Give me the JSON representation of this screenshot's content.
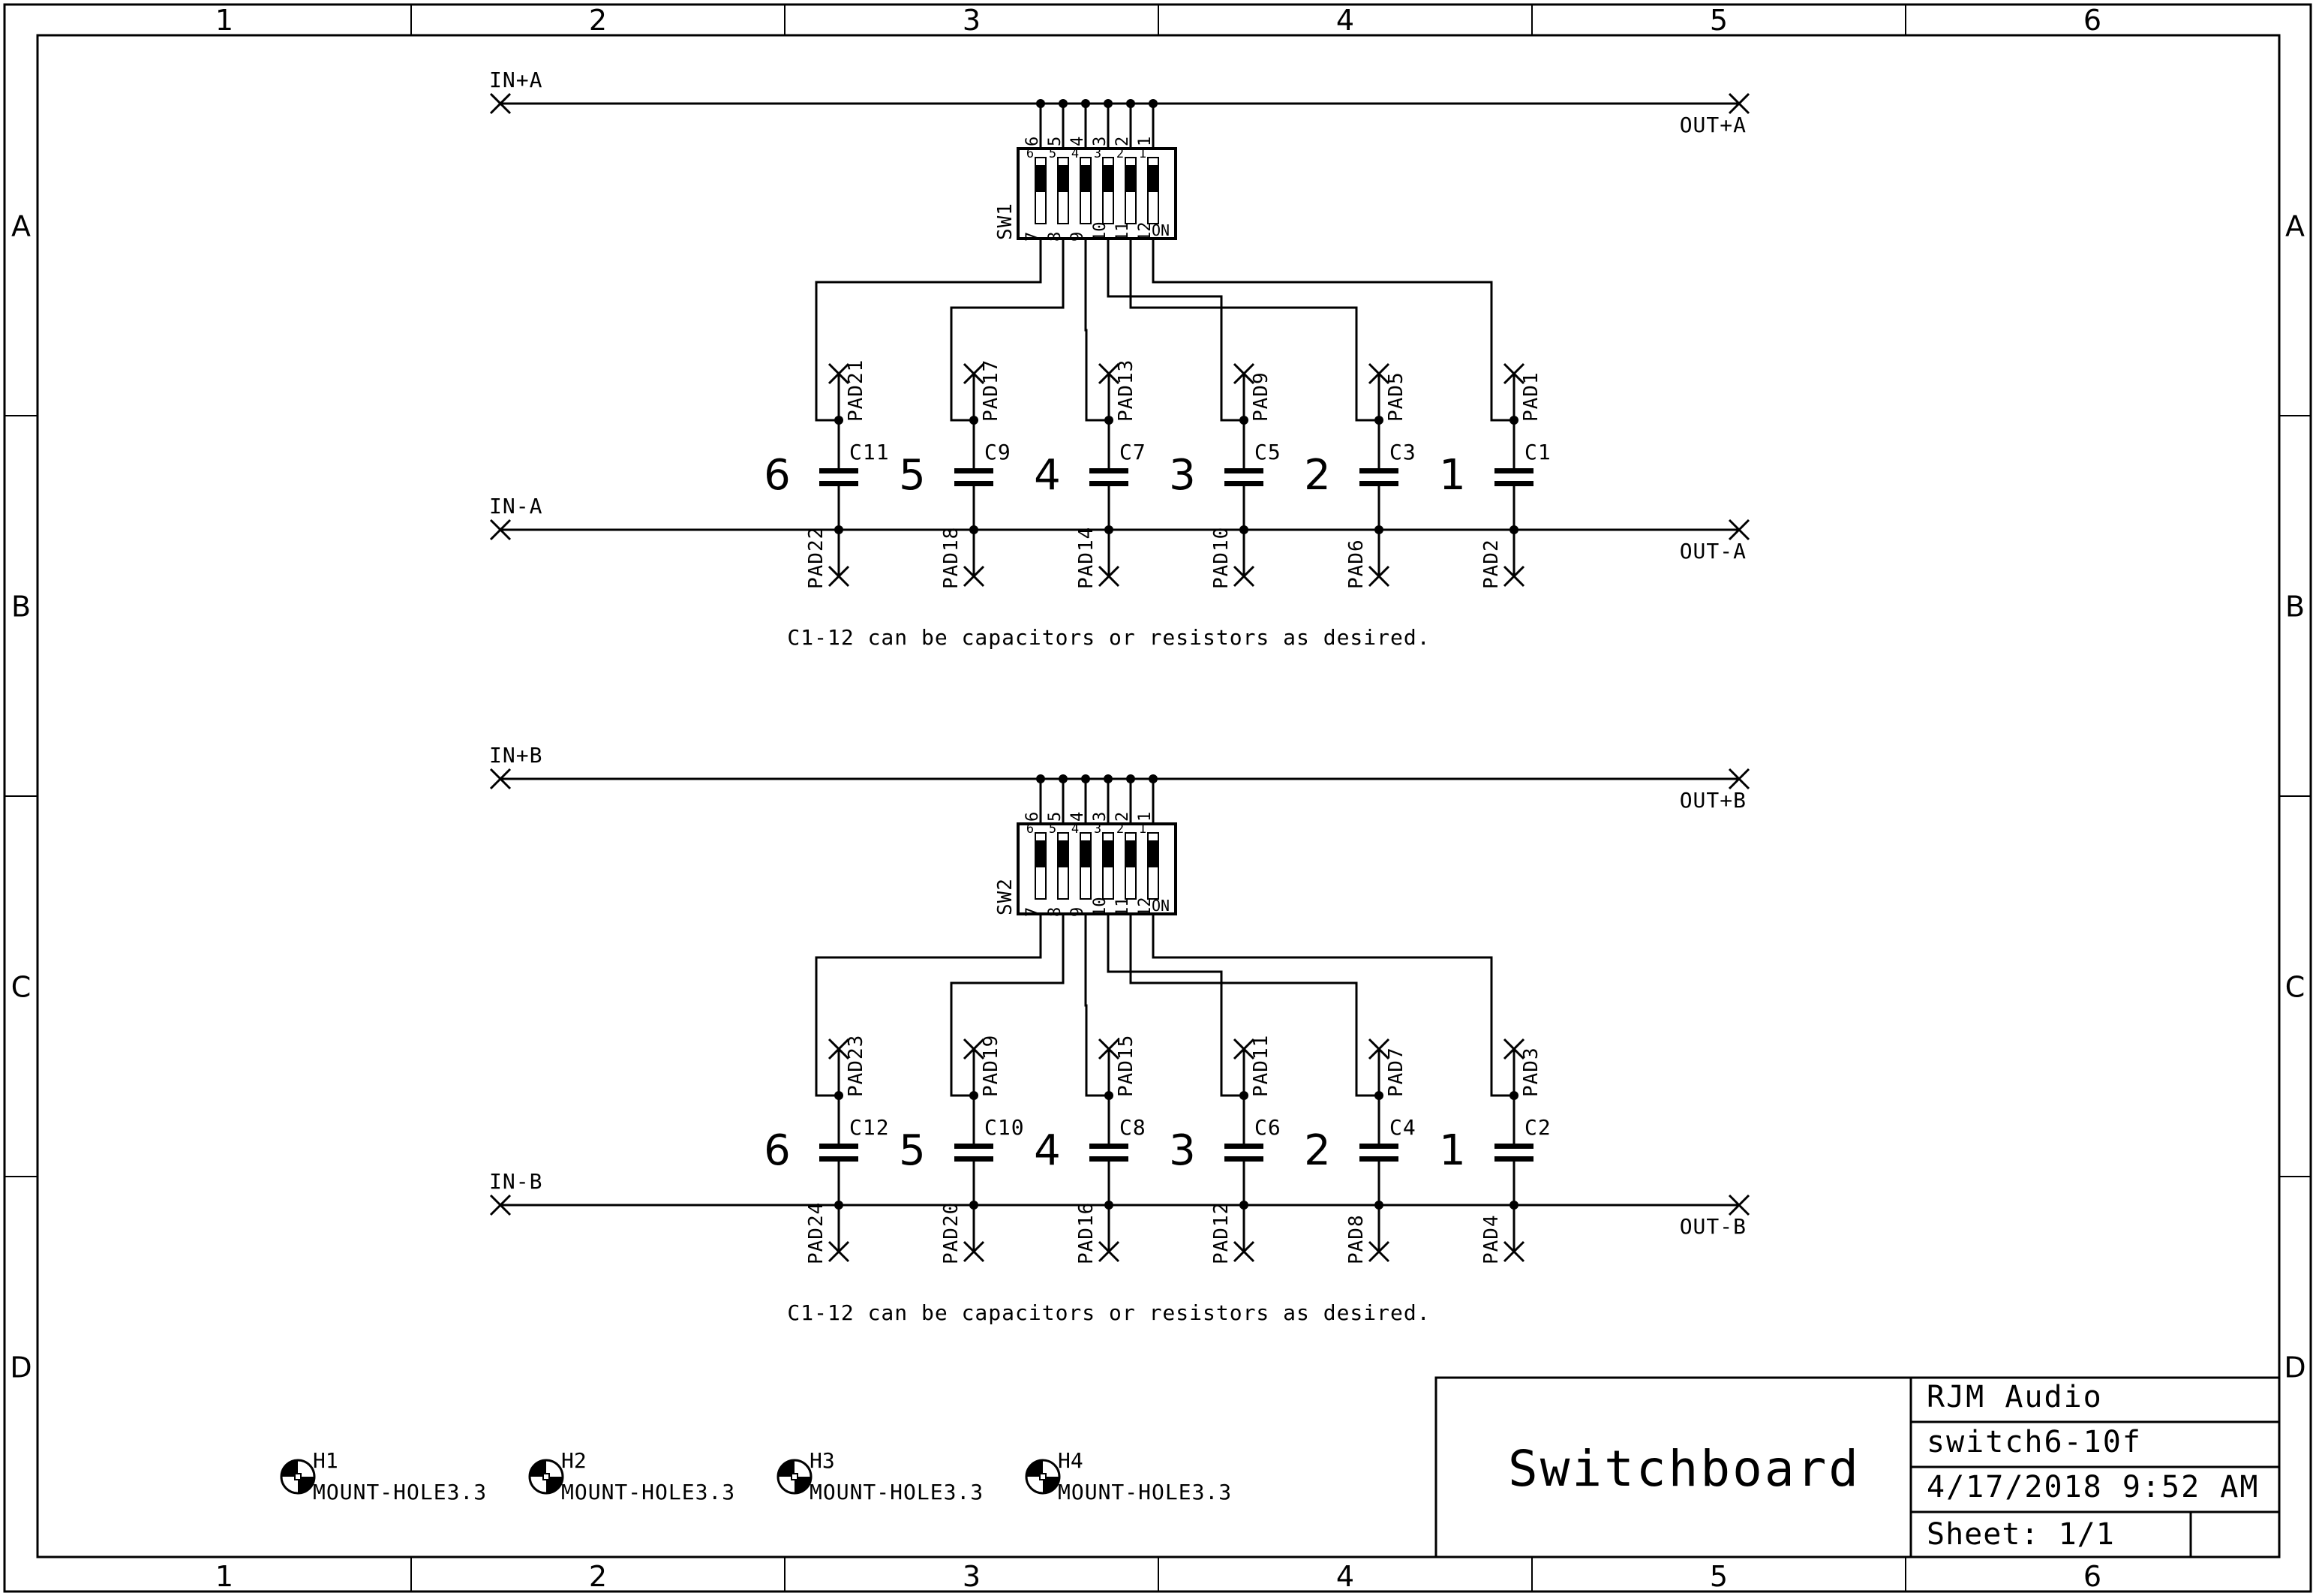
{
  "frame": {
    "columns": [
      "1",
      "2",
      "3",
      "4",
      "5",
      "6"
    ],
    "rows": [
      "A",
      "B",
      "C",
      "D"
    ]
  },
  "circuits": [
    {
      "in_plus": "IN+A",
      "out_plus": "OUT+A",
      "in_minus": "IN-A",
      "out_minus": "OUT-A",
      "switch": "SW1",
      "switch_top_pins": [
        "6",
        "5",
        "4",
        "3",
        "2",
        "1"
      ],
      "switch_bottom_pins": [
        "7",
        "8",
        "9",
        "10",
        "11",
        "12"
      ],
      "switch_on": "ON",
      "positions": [
        {
          "number": "6",
          "capacitor": "C11",
          "top_pad": "PAD21",
          "bottom_pad": "PAD22"
        },
        {
          "number": "5",
          "capacitor": "C9",
          "top_pad": "PAD17",
          "bottom_pad": "PAD18"
        },
        {
          "number": "4",
          "capacitor": "C7",
          "top_pad": "PAD13",
          "bottom_pad": "PAD14"
        },
        {
          "number": "3",
          "capacitor": "C5",
          "top_pad": "PAD9",
          "bottom_pad": "PAD10"
        },
        {
          "number": "2",
          "capacitor": "C3",
          "top_pad": "PAD5",
          "bottom_pad": "PAD6"
        },
        {
          "number": "1",
          "capacitor": "C1",
          "top_pad": "PAD1",
          "bottom_pad": "PAD2"
        }
      ],
      "note": "C1-12 can be capacitors or resistors as desired."
    },
    {
      "in_plus": "IN+B",
      "out_plus": "OUT+B",
      "in_minus": "IN-B",
      "out_minus": "OUT-B",
      "switch": "SW2",
      "switch_top_pins": [
        "6",
        "5",
        "4",
        "3",
        "2",
        "1"
      ],
      "switch_bottom_pins": [
        "7",
        "8",
        "9",
        "10",
        "11",
        "12"
      ],
      "switch_on": "ON",
      "positions": [
        {
          "number": "6",
          "capacitor": "C12",
          "top_pad": "PAD23",
          "bottom_pad": "PAD24"
        },
        {
          "number": "5",
          "capacitor": "C10",
          "top_pad": "PAD19",
          "bottom_pad": "PAD20"
        },
        {
          "number": "4",
          "capacitor": "C8",
          "top_pad": "PAD15",
          "bottom_pad": "PAD16"
        },
        {
          "number": "3",
          "capacitor": "C6",
          "top_pad": "PAD11",
          "bottom_pad": "PAD12"
        },
        {
          "number": "2",
          "capacitor": "C4",
          "top_pad": "PAD7",
          "bottom_pad": "PAD8"
        },
        {
          "number": "1",
          "capacitor": "C2",
          "top_pad": "PAD3",
          "bottom_pad": "PAD4"
        }
      ],
      "note": "C1-12 can be capacitors or resistors as desired."
    }
  ],
  "mount_holes": [
    {
      "name": "H1",
      "value": "MOUNT-HOLE3.3"
    },
    {
      "name": "H2",
      "value": "MOUNT-HOLE3.3"
    },
    {
      "name": "H3",
      "value": "MOUNT-HOLE3.3"
    },
    {
      "name": "H4",
      "value": "MOUNT-HOLE3.3"
    }
  ],
  "title_block": {
    "title": "Switchboard",
    "company": "RJM Audio",
    "project": "switch6-10f",
    "datetime": "4/17/2018 9:52 AM",
    "sheet": "Sheet: 1/1"
  }
}
